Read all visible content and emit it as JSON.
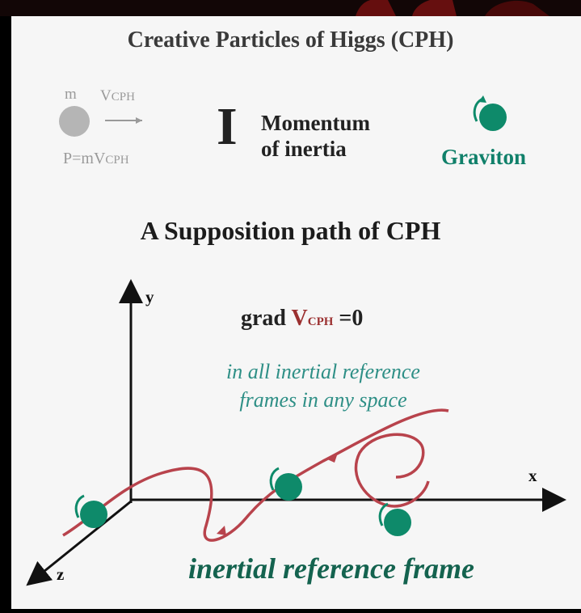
{
  "title": "Creative Particles of Higgs (CPH)",
  "legend": {
    "mass_symbol": "m",
    "velocity_symbol": "V",
    "velocity_subscript": "CPH",
    "momentum_formula": "P=mV",
    "momentum_subscript": "CPH",
    "inertia_symbol": "I",
    "inertia_label_line1": "Momentum",
    "inertia_label_line2": "of inertia",
    "graviton_label": "Graviton"
  },
  "diagram": {
    "heading": "A Supposition path of CPH",
    "axis_x": "x",
    "axis_y": "y",
    "axis_z": "z",
    "grad_prefix": "grad",
    "grad_symbol": "V",
    "grad_subscript": "CPH",
    "grad_suffix": "=0",
    "note_line1": "in all inertial reference",
    "note_line2": "frames in any space",
    "frame_caption": "inertial reference frame"
  },
  "colors": {
    "background_panel": "#f6f6f6",
    "outer_background": "#000000",
    "path_color": "#b8434c",
    "graviton_color": "#0e8a6a",
    "note_color": "#2e8f86",
    "caption_color": "#14634f",
    "legend_gray": "#9a9a9a"
  }
}
